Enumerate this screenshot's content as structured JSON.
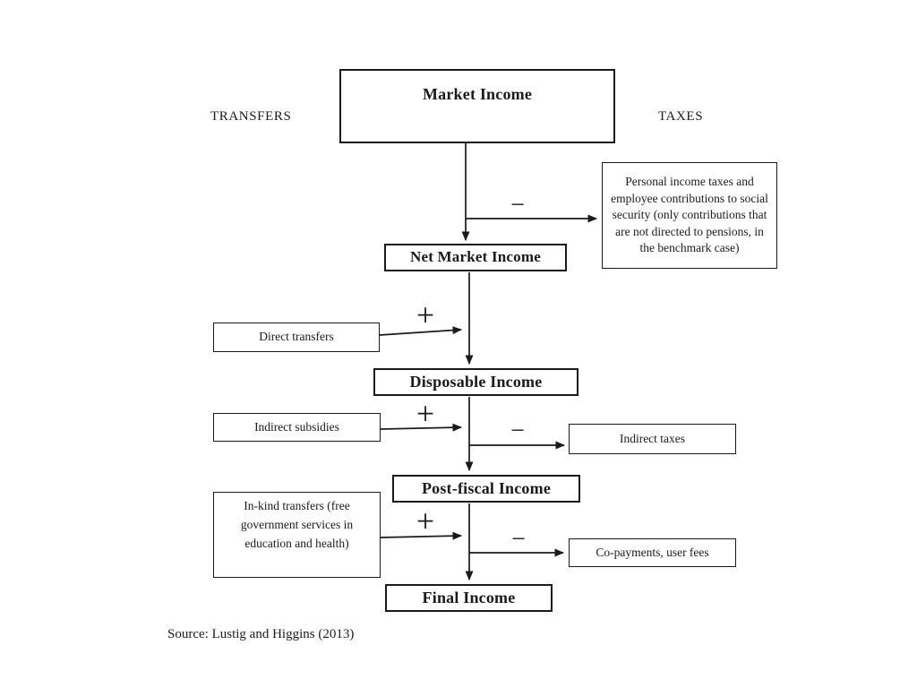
{
  "theme": {
    "background": "#ffffff",
    "ink": "#1a1a1a"
  },
  "labels": {
    "transfers_column": "TRANSFERS",
    "taxes_column": "TAXES",
    "source": "Source: Lustig and Higgins (2013)"
  },
  "nodes": {
    "market_income": {
      "label": "Market Income"
    },
    "personal_taxes": {
      "label": "Personal income taxes and employee contributions to social security (only contributions that are not directed to pensions, in the benchmark case)"
    },
    "net_market_income": {
      "label": "Net Market Income"
    },
    "direct_transfers": {
      "label": "Direct transfers"
    },
    "disposable_income": {
      "label": "Disposable Income"
    },
    "indirect_subsidies": {
      "label": "Indirect subsidies"
    },
    "indirect_taxes": {
      "label": "Indirect taxes"
    },
    "post_fiscal_income": {
      "label": "Post-fiscal Income"
    },
    "in_kind_transfers": {
      "label": "In-kind transfers (free government services in education and health)"
    },
    "co_payments": {
      "label": "Co-payments, user fees"
    },
    "final_income": {
      "label": "Final Income"
    }
  },
  "ops": {
    "plus": "+",
    "minus": "−"
  }
}
